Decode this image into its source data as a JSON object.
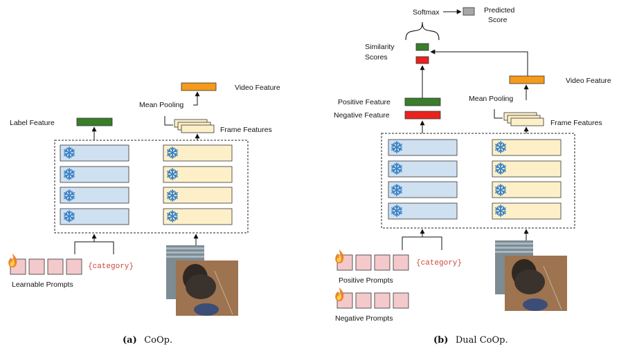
{
  "panel_a": {
    "caption_tag": "(a)",
    "caption_text": "CoOp.",
    "video_feature": "Video Feature",
    "mean_pooling": "Mean Pooling",
    "frame_features": "Frame Features",
    "label_feature": "Label Feature",
    "category": "{category}",
    "learnable_prompts": "Learnable Prompts"
  },
  "panel_b": {
    "caption_tag": "(b)",
    "caption_text": "Dual CoOp.",
    "softmax": "Softmax",
    "predicted_score_line1": "Predicted",
    "predicted_score_line2": "Score",
    "similarity_line1": "Similarity",
    "similarity_line2": "Scores",
    "positive_feature": "Positive Feature",
    "negative_feature": "Negative Feature",
    "video_feature": "Video Feature",
    "mean_pooling": "Mean Pooling",
    "frame_features": "Frame Features",
    "category": "{category}",
    "positive_prompts": "Positive Prompts",
    "negative_prompts": "Negative Prompts"
  },
  "colors": {
    "text_encoder_block": "#cfe0f1",
    "video_encoder_block": "#fdf0c9",
    "prompt_token": "#f3c9cb",
    "label_feature": "#3a7d2b",
    "negative_feature": "#e8231f",
    "video_feature": "#f59a1b",
    "predicted_score": "#a8a8a8",
    "frozen_icon": "#3b82c4"
  }
}
